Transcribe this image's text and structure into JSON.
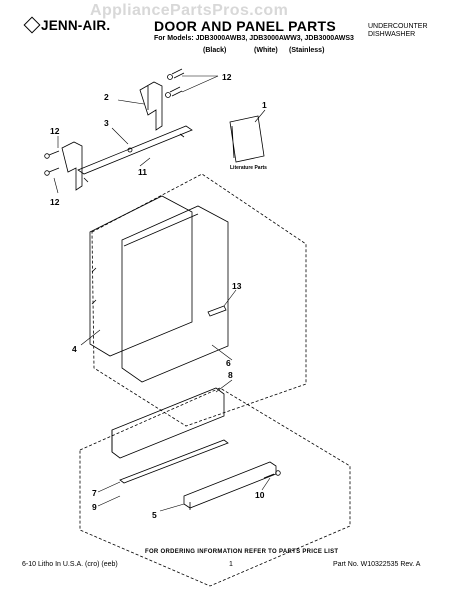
{
  "watermark": "AppliancePartsPros.com",
  "header": {
    "brand": "JENN-AIR.",
    "title": "DOOR AND PANEL PARTS",
    "models": "For Models: JDB3000AWB3, JDB3000AWW3, JDB3000AWS3",
    "variants": [
      "(Black)",
      "(White)",
      "(Stainless)"
    ],
    "product_line1": "UNDERCOUNTER",
    "product_line2": "DISHWASHER"
  },
  "diagram": {
    "literature_label": "Literature Parts",
    "callouts": [
      "1",
      "2",
      "3",
      "4",
      "5",
      "6",
      "7",
      "8",
      "9",
      "10",
      "11",
      "12",
      "12",
      "12",
      "13"
    ]
  },
  "footer": {
    "ordering_note": "FOR ORDERING INFORMATION REFER TO PARTS PRICE LIST",
    "print_info": "6-10 Litho In U.S.A. (cro) (eeb)",
    "page_number": "1",
    "part_number": "Part No. W10322535 Rev. A"
  }
}
